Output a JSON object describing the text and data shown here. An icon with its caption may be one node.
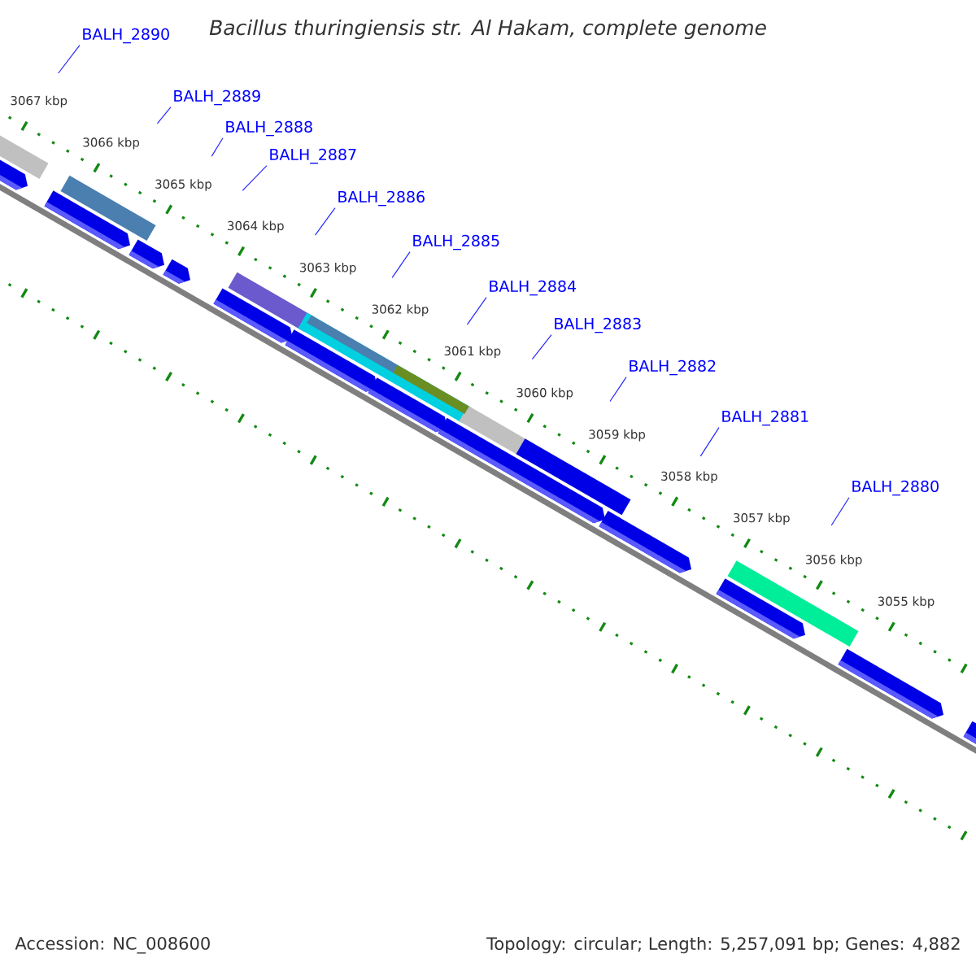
{
  "diagram": {
    "title": "Bacillus thuringiensis str. Al Hakam, complete genome",
    "nodes": [
      {
        "text": [
          "BALH_2890"
        ]
      },
      {
        "text": [
          "BALH_2889"
        ]
      },
      {
        "text": [
          "BALH_2888"
        ]
      },
      {
        "text": [
          "BALH_2887"
        ]
      },
      {
        "text": [
          "BALH_2886"
        ]
      },
      {
        "text": [
          "BALH_2885"
        ]
      },
      {
        "text": [
          "BALH_2884"
        ]
      },
      {
        "text": [
          "BALH_2883"
        ]
      },
      {
        "text": [
          "BALH_2882"
        ]
      },
      {
        "text": [
          "BALH_2881"
        ]
      },
      {
        "text": [
          "BALH_2880"
        ]
      }
    ],
    "edges": [
      {
        "from": 0,
        "to": null,
        "arrow": "none"
      },
      {
        "from": 1,
        "to": null,
        "arrow": "none"
      },
      {
        "from": 2,
        "to": null,
        "arrow": "none"
      },
      {
        "from": 3,
        "to": null,
        "arrow": "none"
      },
      {
        "from": 4,
        "to": null,
        "arrow": "none"
      },
      {
        "from": 5,
        "to": null,
        "arrow": "none"
      },
      {
        "from": 6,
        "to": null,
        "arrow": "none"
      },
      {
        "from": 7,
        "to": null,
        "arrow": "none"
      },
      {
        "from": 8,
        "to": null,
        "arrow": "none"
      },
      {
        "from": 9,
        "to": null,
        "arrow": "none"
      },
      {
        "from": 10,
        "to": null,
        "arrow": "none"
      }
    ],
    "labels": [
      "3067 kbp",
      "3066 kbp",
      "3065 kbp",
      "3064 kbp",
      "3063 kbp",
      "3062 kbp",
      "3061 kbp",
      "3060 kbp",
      "3059 kbp",
      "3058 kbp",
      "3057 kbp",
      "3056 kbp",
      "3055 kbp",
      "Accession: NC_008600",
      "Topology: circular; Length: 5,257,091 bp; Genes: 4,882"
    ]
  }
}
